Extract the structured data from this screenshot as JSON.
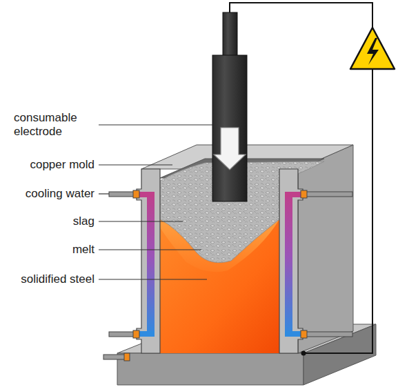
{
  "diagram": {
    "labels": [
      "consumable electrode",
      "copper mold",
      "cooling water",
      "slag",
      "melt",
      "solidified steel"
    ]
  }
}
